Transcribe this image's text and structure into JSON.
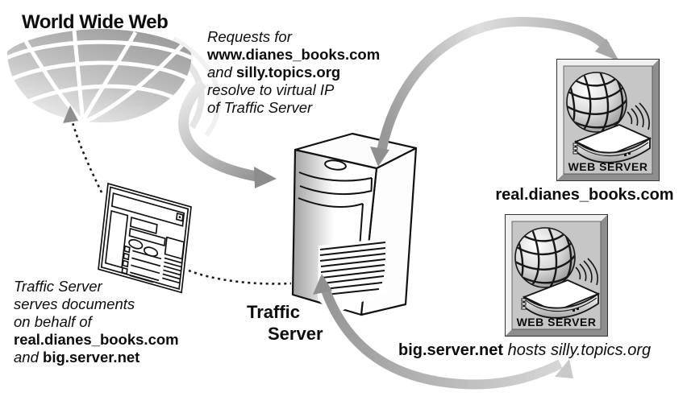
{
  "title": "World Wide Web",
  "annotation_top": {
    "line1": "Requests for",
    "line2": "www.dianes_books.com",
    "line3_italic": "and",
    "line3_bold": "silly.topics.org",
    "line4": "resolve to virtual IP",
    "line5": "of Traffic Server"
  },
  "annotation_left": {
    "line1": "Traffic Server",
    "line2": "serves documents",
    "line3": "on behalf of",
    "line4": "real.dianes_books.com",
    "line5_italic": "and",
    "line5_bold": "big.server.net"
  },
  "traffic_server_label": {
    "line1": "Traffic",
    "line2": "Server"
  },
  "web_server_1": {
    "badge": "WEB SERVER",
    "label": "real.dianes_books.com"
  },
  "web_server_2": {
    "badge": "WEB SERVER",
    "label_bold": "big.server.net",
    "label_italic": "hosts silly.topics.org"
  },
  "icons": {
    "www_globe": "wireframe-globe",
    "client_browser": "browser-window",
    "traffic_server": "tower-server",
    "web_server": "globe-on-server-plaque",
    "flow_arrows": "curved-gray-swoosh",
    "dns_links": "dotted-line"
  },
  "edges": [
    {
      "from": "world-wide-web",
      "to": "traffic-server",
      "style": "gray-swoosh"
    },
    {
      "from": "traffic-server",
      "to": "real.dianes_books.com",
      "style": "gray-swoosh-double"
    },
    {
      "from": "traffic-server",
      "to": "big.server.net",
      "style": "gray-swoosh-double"
    },
    {
      "from": "client-browser",
      "to": "world-wide-web",
      "style": "dotted-arrow"
    },
    {
      "from": "client-browser",
      "to": "traffic-server",
      "style": "dotted-line"
    }
  ],
  "colors": {
    "ink": "#111111",
    "swoosh_dark": "#8f8f8f",
    "swoosh_light": "#d8d8d8",
    "plaque_face": "#c6c6c6",
    "background": "#ffffff"
  }
}
